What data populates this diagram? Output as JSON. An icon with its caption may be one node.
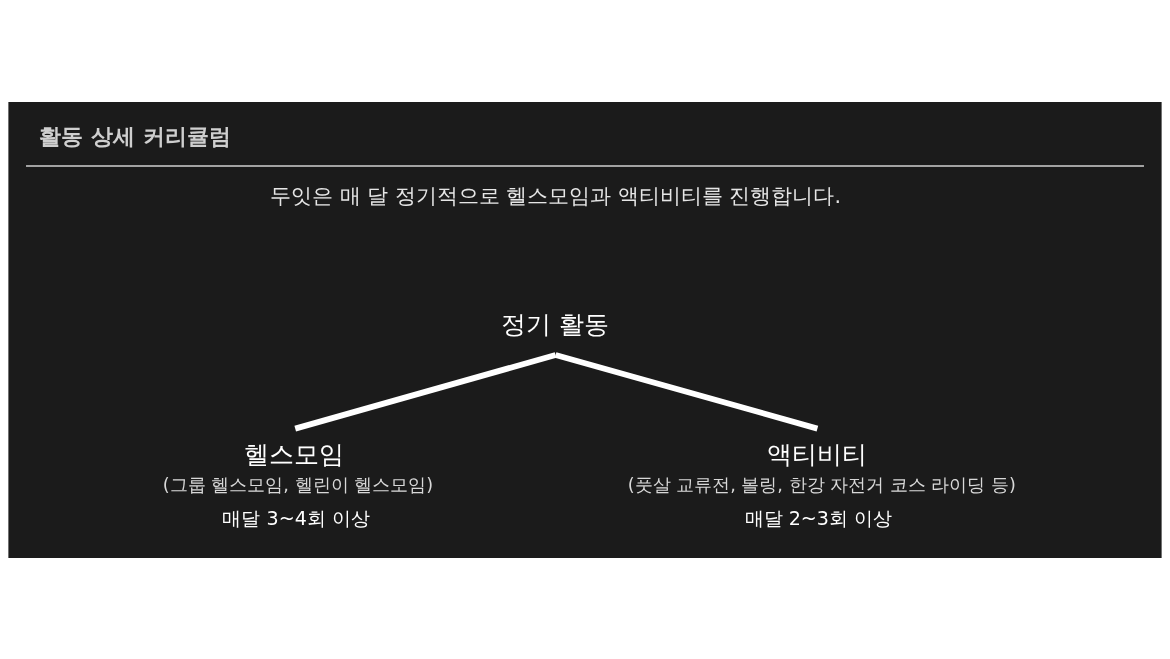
{
  "diagram": {
    "title": "활동 상세 커리큘럼",
    "nodes": [
      {
        "text": [
          "정기 활동"
        ]
      },
      {
        "text": [
          "헬스모임",
          "(그룹 헬스모임, 헬린이 헬스모임)",
          "매달 3~4회 이상"
        ]
      },
      {
        "text": [
          "액티비티",
          "(풋살 교류전, 볼링, 한강 자전거 코스 라이딩 등)",
          "매달 2~3회 이상"
        ]
      }
    ],
    "edges": [
      {
        "from": 0,
        "to": 1,
        "arrow": "none"
      },
      {
        "from": 0,
        "to": 2,
        "arrow": "none"
      }
    ],
    "labels": [
      "두잇은 매 달 정기적으로 헬스모임과 액티비티를 진행합니다."
    ]
  }
}
